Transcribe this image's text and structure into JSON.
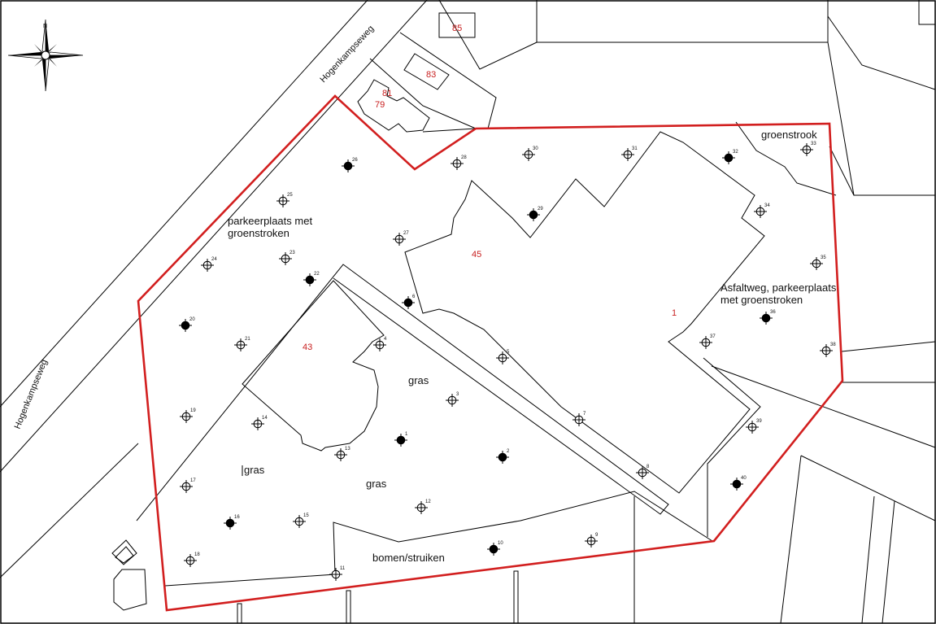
{
  "map": {
    "roads": [
      "Hogenkampseweg",
      "Hogenkampseweg"
    ],
    "house_numbers": [
      "85",
      "83",
      "81",
      "79",
      "45",
      "43",
      "1"
    ],
    "areas": {
      "parking_1": "parkeerplaats met",
      "parking_2": "groenstroken",
      "asphalt_1": "Asfaltweg, parkeerplaats",
      "asphalt_2": "met groenstroken",
      "green_strip": "groenstrook",
      "grass": "gras",
      "trees": "bomen/struiken"
    },
    "colors": {
      "boundary": "#d21f1f",
      "lines": "#000000",
      "red_text": "#c81e1e"
    },
    "icons": {
      "north_arrow": "compass-rose-icon",
      "open_point": "crosshair-open-icon",
      "filled_point": "crosshair-filled-icon"
    }
  },
  "points": [
    {
      "id": "1",
      "filled": true
    },
    {
      "id": "2",
      "filled": true
    },
    {
      "id": "3",
      "filled": false
    },
    {
      "id": "4",
      "filled": false
    },
    {
      "id": "5",
      "filled": false
    },
    {
      "id": "6",
      "filled": true
    },
    {
      "id": "7",
      "filled": false
    },
    {
      "id": "8",
      "filled": false
    },
    {
      "id": "9",
      "filled": false
    },
    {
      "id": "10",
      "filled": true
    },
    {
      "id": "11",
      "filled": false
    },
    {
      "id": "12",
      "filled": false
    },
    {
      "id": "13",
      "filled": false
    },
    {
      "id": "14",
      "filled": false
    },
    {
      "id": "15",
      "filled": false
    },
    {
      "id": "16",
      "filled": true
    },
    {
      "id": "17",
      "filled": false
    },
    {
      "id": "18",
      "filled": false
    },
    {
      "id": "19",
      "filled": false
    },
    {
      "id": "20",
      "filled": true
    },
    {
      "id": "21",
      "filled": false
    },
    {
      "id": "22",
      "filled": true
    },
    {
      "id": "23",
      "filled": false
    },
    {
      "id": "24",
      "filled": false
    },
    {
      "id": "25",
      "filled": false
    },
    {
      "id": "26",
      "filled": true
    },
    {
      "id": "27",
      "filled": false
    },
    {
      "id": "28",
      "filled": false
    },
    {
      "id": "29",
      "filled": true
    },
    {
      "id": "30",
      "filled": false
    },
    {
      "id": "31",
      "filled": false
    },
    {
      "id": "32",
      "filled": true
    },
    {
      "id": "33",
      "filled": false
    },
    {
      "id": "34",
      "filled": false
    },
    {
      "id": "35",
      "filled": false
    },
    {
      "id": "36",
      "filled": true
    },
    {
      "id": "37",
      "filled": false
    },
    {
      "id": "38",
      "filled": false
    },
    {
      "id": "39",
      "filled": false
    },
    {
      "id": "40",
      "filled": true
    }
  ]
}
